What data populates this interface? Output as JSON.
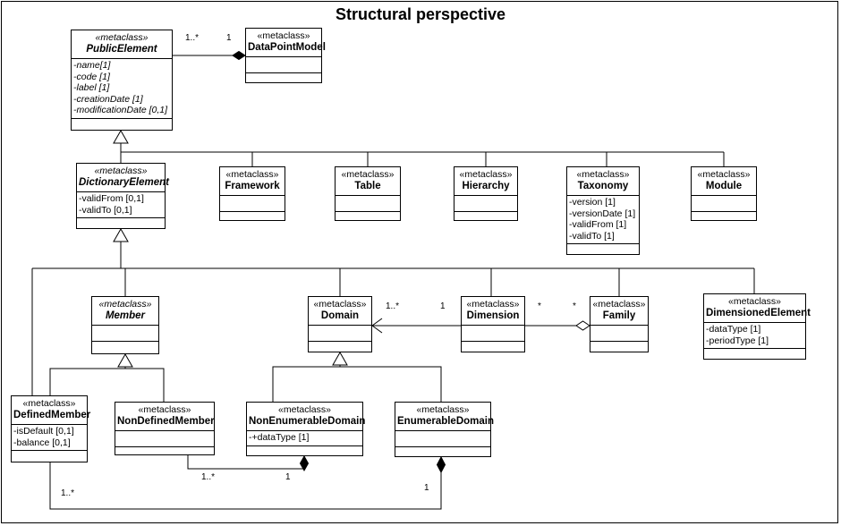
{
  "title": "Structural perspective",
  "stereotype": "«metaclass»",
  "classes": {
    "public_element": {
      "name": "PublicElement",
      "attrs": [
        "-name[1]",
        "-code [1]",
        "-label [1]",
        "-creationDate [1]",
        "-modificationDate [0,1]"
      ]
    },
    "data_point_model": {
      "name": "DataPointModel",
      "attrs": []
    },
    "dictionary_element": {
      "name": "DictionaryElement",
      "attrs": [
        "-validFrom [0,1]",
        "-validTo [0,1]"
      ]
    },
    "framework": {
      "name": "Framework",
      "attrs": []
    },
    "table": {
      "name": "Table",
      "attrs": []
    },
    "hierarchy": {
      "name": "Hierarchy",
      "attrs": []
    },
    "taxonomy": {
      "name": "Taxonomy",
      "attrs": [
        "-version [1]",
        "-versionDate [1]",
        "-validFrom [1]",
        "-validTo [1]"
      ]
    },
    "module": {
      "name": "Module",
      "attrs": []
    },
    "member": {
      "name": "Member",
      "attrs": []
    },
    "domain": {
      "name": "Domain",
      "attrs": []
    },
    "dimension": {
      "name": "Dimension",
      "attrs": []
    },
    "family": {
      "name": "Family",
      "attrs": []
    },
    "dimensioned_element": {
      "name": "DimensionedElement",
      "attrs": [
        "-dataType [1]",
        "-periodType [1]"
      ]
    },
    "defined_member": {
      "name": "DefinedMember",
      "attrs": [
        "-isDefault [0,1]",
        "-balance [0,1]"
      ]
    },
    "non_defined_member": {
      "name": "NonDefinedMember",
      "attrs": []
    },
    "non_enumerable_domain": {
      "name": "NonEnumerableDomain",
      "attrs": [
        "-+dataType [1]"
      ]
    },
    "enumerable_domain": {
      "name": "EnumerableDomain",
      "attrs": []
    }
  },
  "multiplicities": {
    "pe_dpm_left": "1..*",
    "pe_dpm_right": "1",
    "dom_dim_left": "1..*",
    "dom_dim_right": "1",
    "dim_fam_left": "*",
    "dim_fam_right": "*",
    "ndm_ned_left": "1..*",
    "ndm_ned_right": "1",
    "dm_ed_left": "1..*",
    "dm_ed_right": "1"
  }
}
